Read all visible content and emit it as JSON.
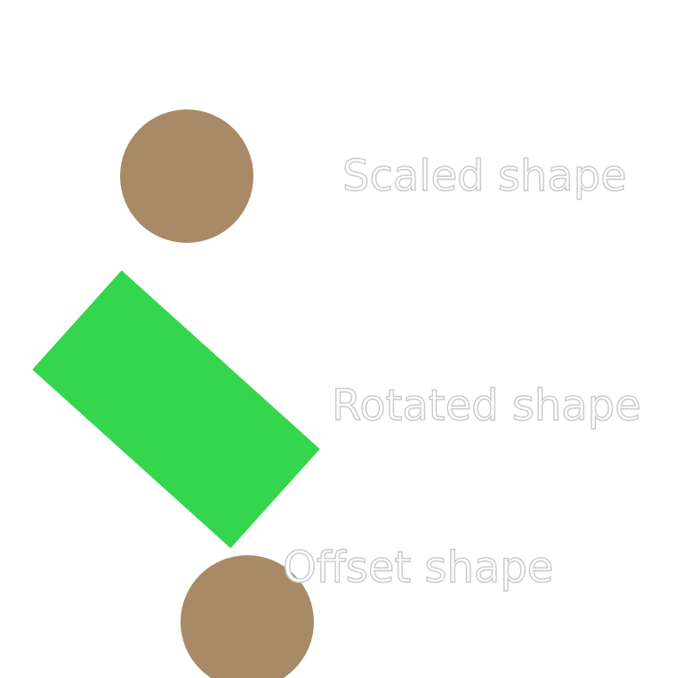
{
  "shapes": {
    "scaled_circle": {
      "fill": "#a88b66"
    },
    "rotated_rect": {
      "fill": "#33d64c"
    },
    "offset_circle": {
      "fill": "#a88b66"
    }
  },
  "labels": {
    "scaled": "Scaled shape",
    "rotated": "Rotated shape",
    "offset": "Offset shape"
  },
  "colors": {
    "background": "#ffffff",
    "label_outline": "#c9c9c9"
  }
}
